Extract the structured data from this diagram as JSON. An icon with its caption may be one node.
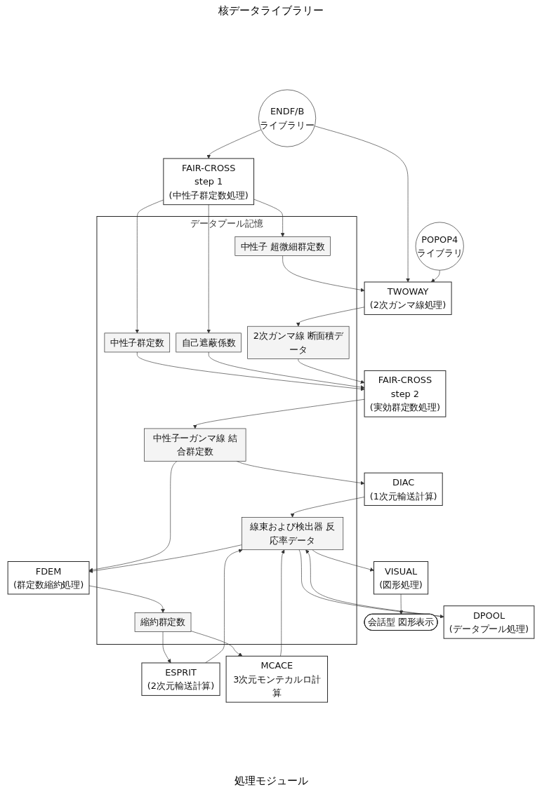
{
  "diagram": {
    "nodes": [
      {
        "text": [
          "POPOP4",
          "ライブラリ"
        ]
      },
      {
        "text": [
          "ENDF/B",
          "ライブラリー"
        ]
      },
      {
        "text": [
          "FAIR-CROSS",
          "step 1",
          "(中性子群定数処理)"
        ]
      },
      {
        "text": [
          "TWOWAY",
          "(2次ガンマ線処理)"
        ]
      },
      {
        "text": [
          "FAIR-CROSS",
          "step 2",
          "(実効群定数処理)"
        ]
      },
      {
        "text": [
          "DIAC",
          "(1次元輸送計算)"
        ]
      },
      {
        "text": [
          "FDEM",
          "(群定数縮約処理)"
        ]
      },
      {
        "text": [
          "ESPRIT",
          "(2次元輸送計算)"
        ]
      },
      {
        "text": [
          "MCACE",
          "3次元モンテカルロ計算"
        ]
      },
      {
        "text": [
          "VISUAL",
          "(図形処理)"
        ]
      },
      {
        "text": [
          "会話型 図形表示"
        ]
      },
      {
        "text": [
          "データプール記憶"
        ]
      },
      {
        "text": [
          "中性子 超微細群定数"
        ],
        "in": 11
      },
      {
        "text": [
          "中性子群定数"
        ],
        "in": 11
      },
      {
        "text": [
          "自己遮蔽係数"
        ],
        "in": 11
      },
      {
        "text": [
          "2次ガンマ線 断面積データ"
        ],
        "in": 11
      },
      {
        "text": [
          "中性子ーガンマ線 結合群定数"
        ],
        "in": 11
      },
      {
        "text": [
          "縮約群定数"
        ],
        "in": 11
      },
      {
        "text": [
          "線束および検出器 反応率データ"
        ],
        "in": 11
      },
      {
        "text": [
          "DPOOL",
          "(データプール処理)"
        ]
      }
    ],
    "edges": [
      {
        "from": 1,
        "to": 2,
        "arrow": "to"
      },
      {
        "from": 1,
        "to": 3,
        "arrow": "to"
      },
      {
        "from": 0,
        "to": 3,
        "arrow": "to"
      },
      {
        "from": 2,
        "to": 12,
        "arrow": "to"
      },
      {
        "from": 2,
        "to": 13,
        "arrow": "to"
      },
      {
        "from": 2,
        "to": 14,
        "arrow": "to"
      },
      {
        "from": 12,
        "to": 3,
        "arrow": "to"
      },
      {
        "from": 3,
        "to": 15,
        "arrow": "to"
      },
      {
        "from": 13,
        "to": 4,
        "arrow": "to"
      },
      {
        "from": 14,
        "to": 4,
        "arrow": "to"
      },
      {
        "from": 15,
        "to": 4,
        "arrow": "to"
      },
      {
        "from": 4,
        "to": 16,
        "arrow": "to"
      },
      {
        "from": 16,
        "to": 5,
        "arrow": "to"
      },
      {
        "from": 5,
        "to": 18,
        "arrow": "to"
      },
      {
        "from": 16,
        "to": 6,
        "arrow": "to"
      },
      {
        "from": 18,
        "to": 6,
        "arrow": "to"
      },
      {
        "from": 6,
        "to": 17,
        "arrow": "to"
      },
      {
        "from": 17,
        "to": 7,
        "arrow": "to"
      },
      {
        "from": 7,
        "to": 18,
        "arrow": "to"
      },
      {
        "from": 17,
        "to": 8,
        "arrow": "to"
      },
      {
        "from": 8,
        "to": 18,
        "arrow": "to"
      },
      {
        "from": 18,
        "to": 9,
        "arrow": "to"
      },
      {
        "from": 9,
        "to": 10,
        "arrow": "to"
      },
      {
        "from": 18,
        "to": 19,
        "arrow": "to"
      },
      {
        "from": 19,
        "to": 18,
        "arrow": "to"
      }
    ],
    "labels": [
      "核データライブラリー",
      "処理モジュール"
    ]
  }
}
